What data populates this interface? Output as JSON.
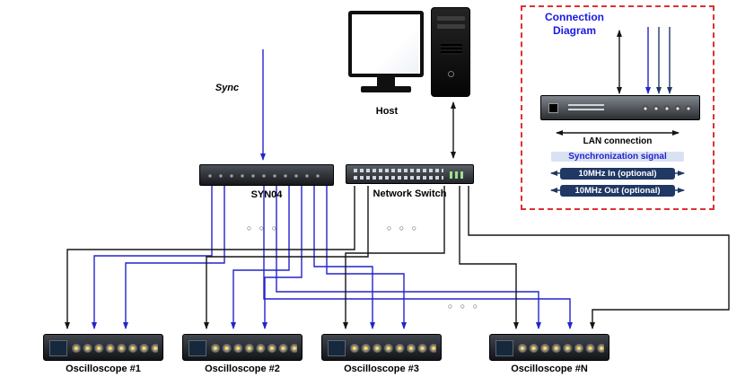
{
  "colors": {
    "sync-blue": "#2323cc",
    "lan-black": "#151515",
    "navy": "#1f3864",
    "legend-red": "#e03030",
    "title-blue": "#1a1ae0",
    "sync-highlight": "#d9e2f3"
  },
  "nodes": {
    "sync": {
      "label": "Sync"
    },
    "host": {
      "label": "Host"
    },
    "syn04": {
      "label": "SYN04"
    },
    "switch": {
      "label": "Network Switch"
    }
  },
  "legend": {
    "title": "Connection Diagram",
    "items": [
      {
        "label": "LAN connection"
      },
      {
        "label": "Synchronization signal"
      },
      {
        "label": "10MHz In (optional)"
      },
      {
        "label": "10MHz Out (optional)"
      }
    ]
  },
  "oscilloscopes": [
    {
      "label": "Oscilloscope #1"
    },
    {
      "label": "Oscilloscope #2"
    },
    {
      "label": "Oscilloscope #3"
    },
    {
      "label": "Oscilloscope #N"
    }
  ],
  "decorations": {
    "ellipsis": "○ ○ ○"
  }
}
